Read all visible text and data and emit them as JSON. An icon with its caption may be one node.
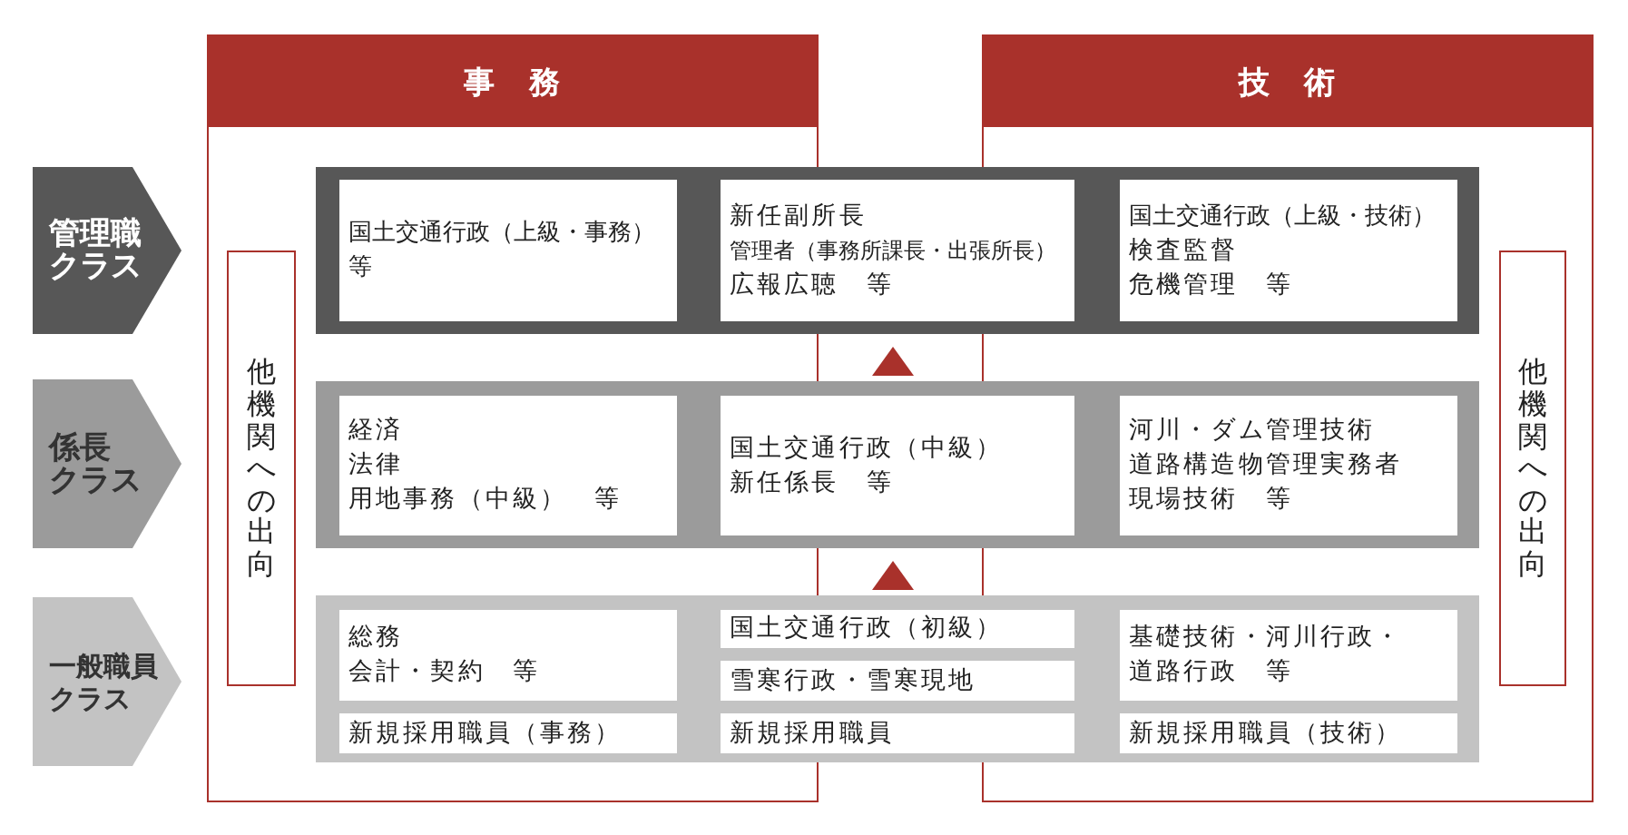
{
  "diagram": {
    "nodes": [
      {
        "text": [
          "事　務"
        ]
      },
      {
        "text": [
          "技　術"
        ]
      },
      {
        "text": [
          "他機関への出向"
        ],
        "in": 0
      },
      {
        "text": [
          "他機関への出向"
        ],
        "in": 1
      },
      {
        "text": [
          "管理職",
          "クラス"
        ]
      },
      {
        "text": [],
        "shape": "band"
      },
      {
        "text": [
          "国土交通行政（上級・事務）等"
        ]
      },
      {
        "text": [
          "新任副所長",
          "管理者（事務所課長・出張所長）",
          "広報広聴　等"
        ],
        "in": 5
      },
      {
        "text": [
          "国土交通行政（上級・技術）",
          "検査監督",
          "危機管理　等"
        ]
      },
      {
        "text": [
          "係長",
          "クラス"
        ]
      },
      {
        "text": [],
        "shape": "band"
      },
      {
        "text": [
          "経済",
          "法律",
          "用地事務（中級）　等"
        ]
      },
      {
        "text": [
          "国土交通行政（中級）",
          "新任係長　等"
        ],
        "in": 10
      },
      {
        "text": [
          "河川・ダム管理技術",
          "道路構造物管理実務者",
          "現場技術　等"
        ]
      },
      {
        "text": [
          "一般職員",
          "クラス"
        ]
      },
      {
        "text": [],
        "shape": "band"
      },
      {
        "text": [
          "総務",
          "会計・契約　等"
        ]
      },
      {
        "text": [
          "新規採用職員（事務）"
        ]
      },
      {
        "text": [
          "国土交通行政（初級）"
        ],
        "in": 15
      },
      {
        "text": [
          "雪寒行政・雪寒現地"
        ],
        "in": 15
      },
      {
        "text": [
          "新規採用職員"
        ],
        "in": 15
      },
      {
        "text": [
          "基礎技術・河川行政・道路行政　等"
        ]
      },
      {
        "text": [
          "新規採用職員（技術）"
        ]
      }
    ],
    "edges": [
      {
        "from": 10,
        "to": 5,
        "arrow": "to"
      },
      {
        "from": 15,
        "to": 10,
        "arrow": "to"
      }
    ]
  }
}
